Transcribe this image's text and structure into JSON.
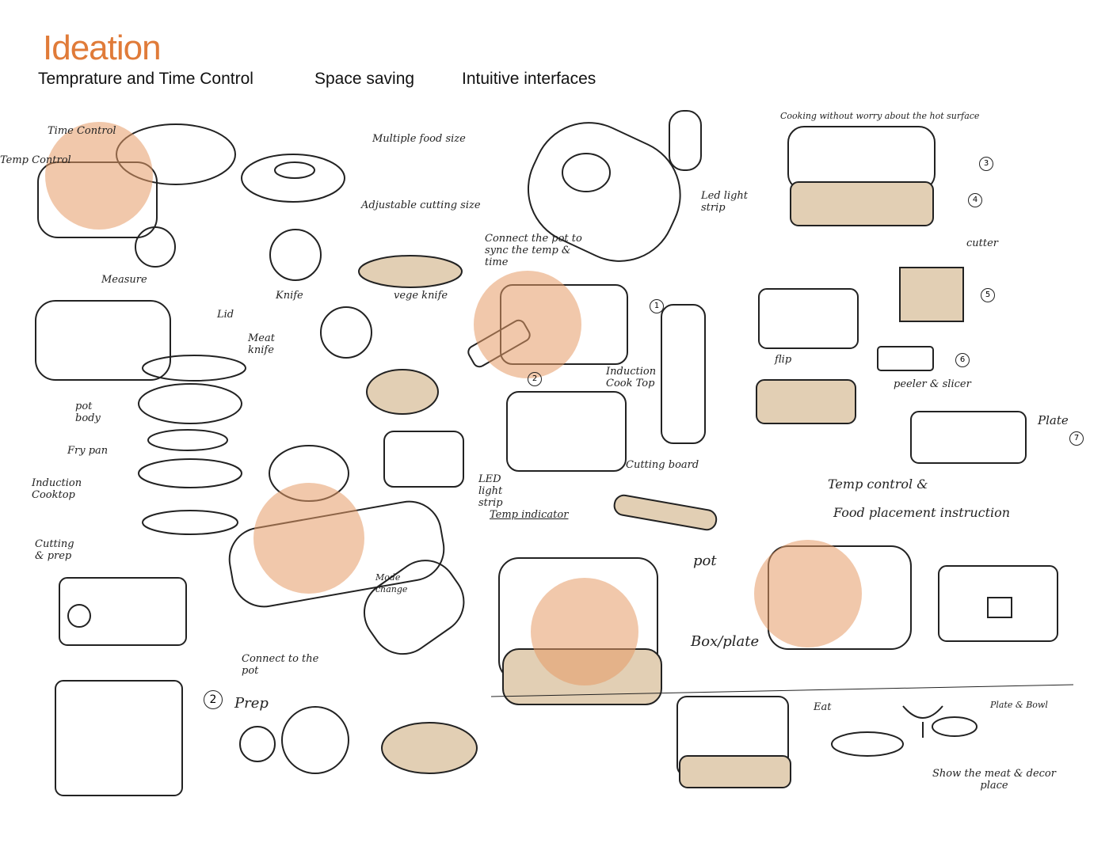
{
  "header": {
    "title": "Ideation",
    "categories": [
      "Temprature and Time Control",
      "Space saving",
      "Intuitive interfaces"
    ]
  },
  "colors": {
    "accent": "#e07b39",
    "highlight": "#e9a47a",
    "wood": "#c9a57a"
  },
  "annotations": [
    "Time Control",
    "Temp Control",
    "Measure",
    "Multiple food size",
    "Adjustable cutting size",
    "Knife",
    "vege knife",
    "Meat knife",
    "Lid",
    "pot body",
    "Fry pan",
    "Induction Cooktop",
    "Cutting & prep",
    "Connect the pot to sync the temp & time",
    "Led light strip",
    "Induction Cook Top",
    "Cutting board",
    "LED light strip",
    "Temp indicator",
    "Mode change",
    "Connect to the pot",
    "Prep",
    "Cooking without worry about the hot surface",
    "cutter",
    "flip",
    "peeler & slicer",
    "Plate",
    "Temp control &",
    "Food placement instruction",
    "pot",
    "Box/plate",
    "Eat",
    "Plate & Bowl",
    "Show the meat & decor place"
  ],
  "callout_numbers": [
    "3",
    "4",
    "5",
    "6",
    "7",
    "1",
    "2",
    "2"
  ]
}
